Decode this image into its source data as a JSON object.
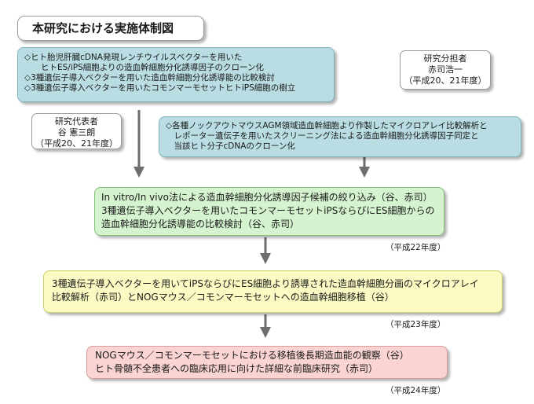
{
  "title": "本研究における実施体制図",
  "box1": {
    "lines": [
      "◇ヒト胎児肝臓cDNA発現レンチウイルスベクターを用いた",
      "　　ヒトES/iPS細胞よりの造血幹細胞分化誘導因子のクローン化",
      "◇3種遺伝子導入ベクターを用いた造血幹細胞分化誘導能の比較検討",
      "◇3種遺伝子導入ベクターを用いたコモンマーモセットヒトiPS細胞の樹立"
    ]
  },
  "sub_researcher": {
    "role": "研究分担者",
    "name": "赤司浩一",
    "period": "（平成20、21年度）"
  },
  "lead_researcher": {
    "role": "研究代表者",
    "name": "谷 憲三朗",
    "period": "（平成20、21年度）"
  },
  "box2": {
    "lines": [
      "◇各種ノックアウトマウスAGM領域造血幹細胞より作製したマイクロアレイ比較解析と",
      "　レポーター遺伝子を用いたスクリーニング法による造血幹細胞分化誘導因子同定と",
      "　当該ヒト分子cDNAのクローン化"
    ]
  },
  "box3": {
    "lines": [
      "In vitro/In vivo法による造血幹細胞分化誘導因子候補の絞り込み（谷、赤司）",
      "3種遺伝子導入ベクターを用いたコモンマーモセットiPSならびにES細胞からの",
      "造血幹細胞分化誘導能の比較検討（谷、赤司）"
    ],
    "year": "（平成22年度）"
  },
  "box4": {
    "lines": [
      "3種遺伝子導入ベクターを用いてiPSならびにES細胞より誘導された造血幹細胞分画のマイクロアレイ",
      "比較解析（赤司）とNOGマウス／コモンマーモセットへの造血幹細胞移植（谷）"
    ],
    "year": "（平成23年度）"
  },
  "box5": {
    "lines": [
      "NOGマウス／コモンマーモセットにおける移植後長期造血能の観察（谷）",
      "ヒト骨髄不全患者への臨床応用に向けた詳細な前臨床研究（赤司）"
    ],
    "year": "（平成24年度）"
  },
  "colors": {
    "teal": "#b9dde3",
    "green": "#d5f3cf",
    "yellow": "#fbfbc3",
    "pink": "#fad3d3",
    "arrow": "#6e6e6e"
  }
}
